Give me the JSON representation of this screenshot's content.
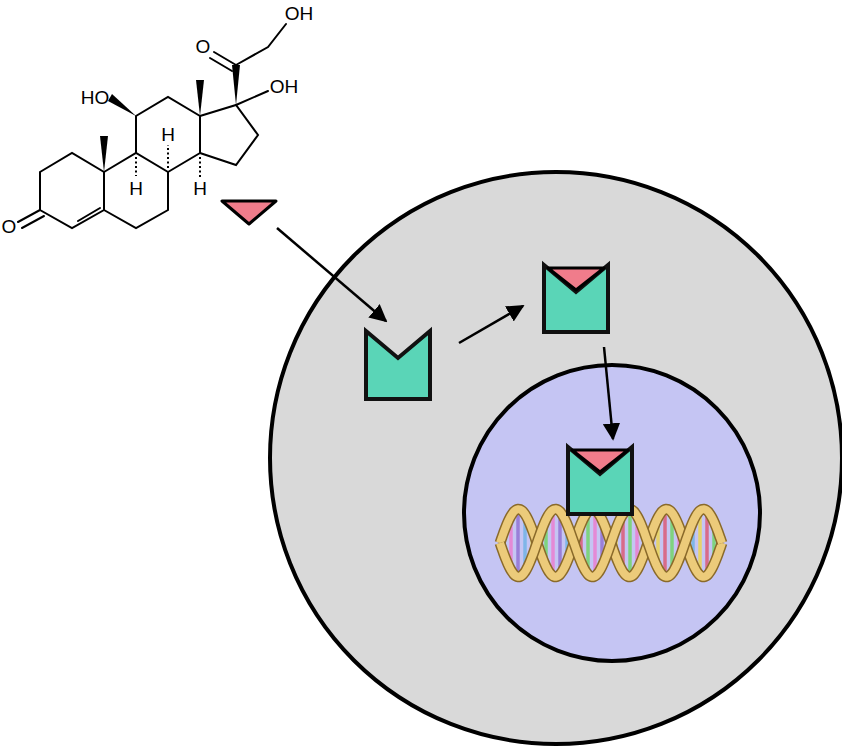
{
  "diagram": {
    "labels": [
      "OH",
      "O",
      "HO",
      "OH",
      "H",
      "H",
      "H",
      "O"
    ]
  }
}
